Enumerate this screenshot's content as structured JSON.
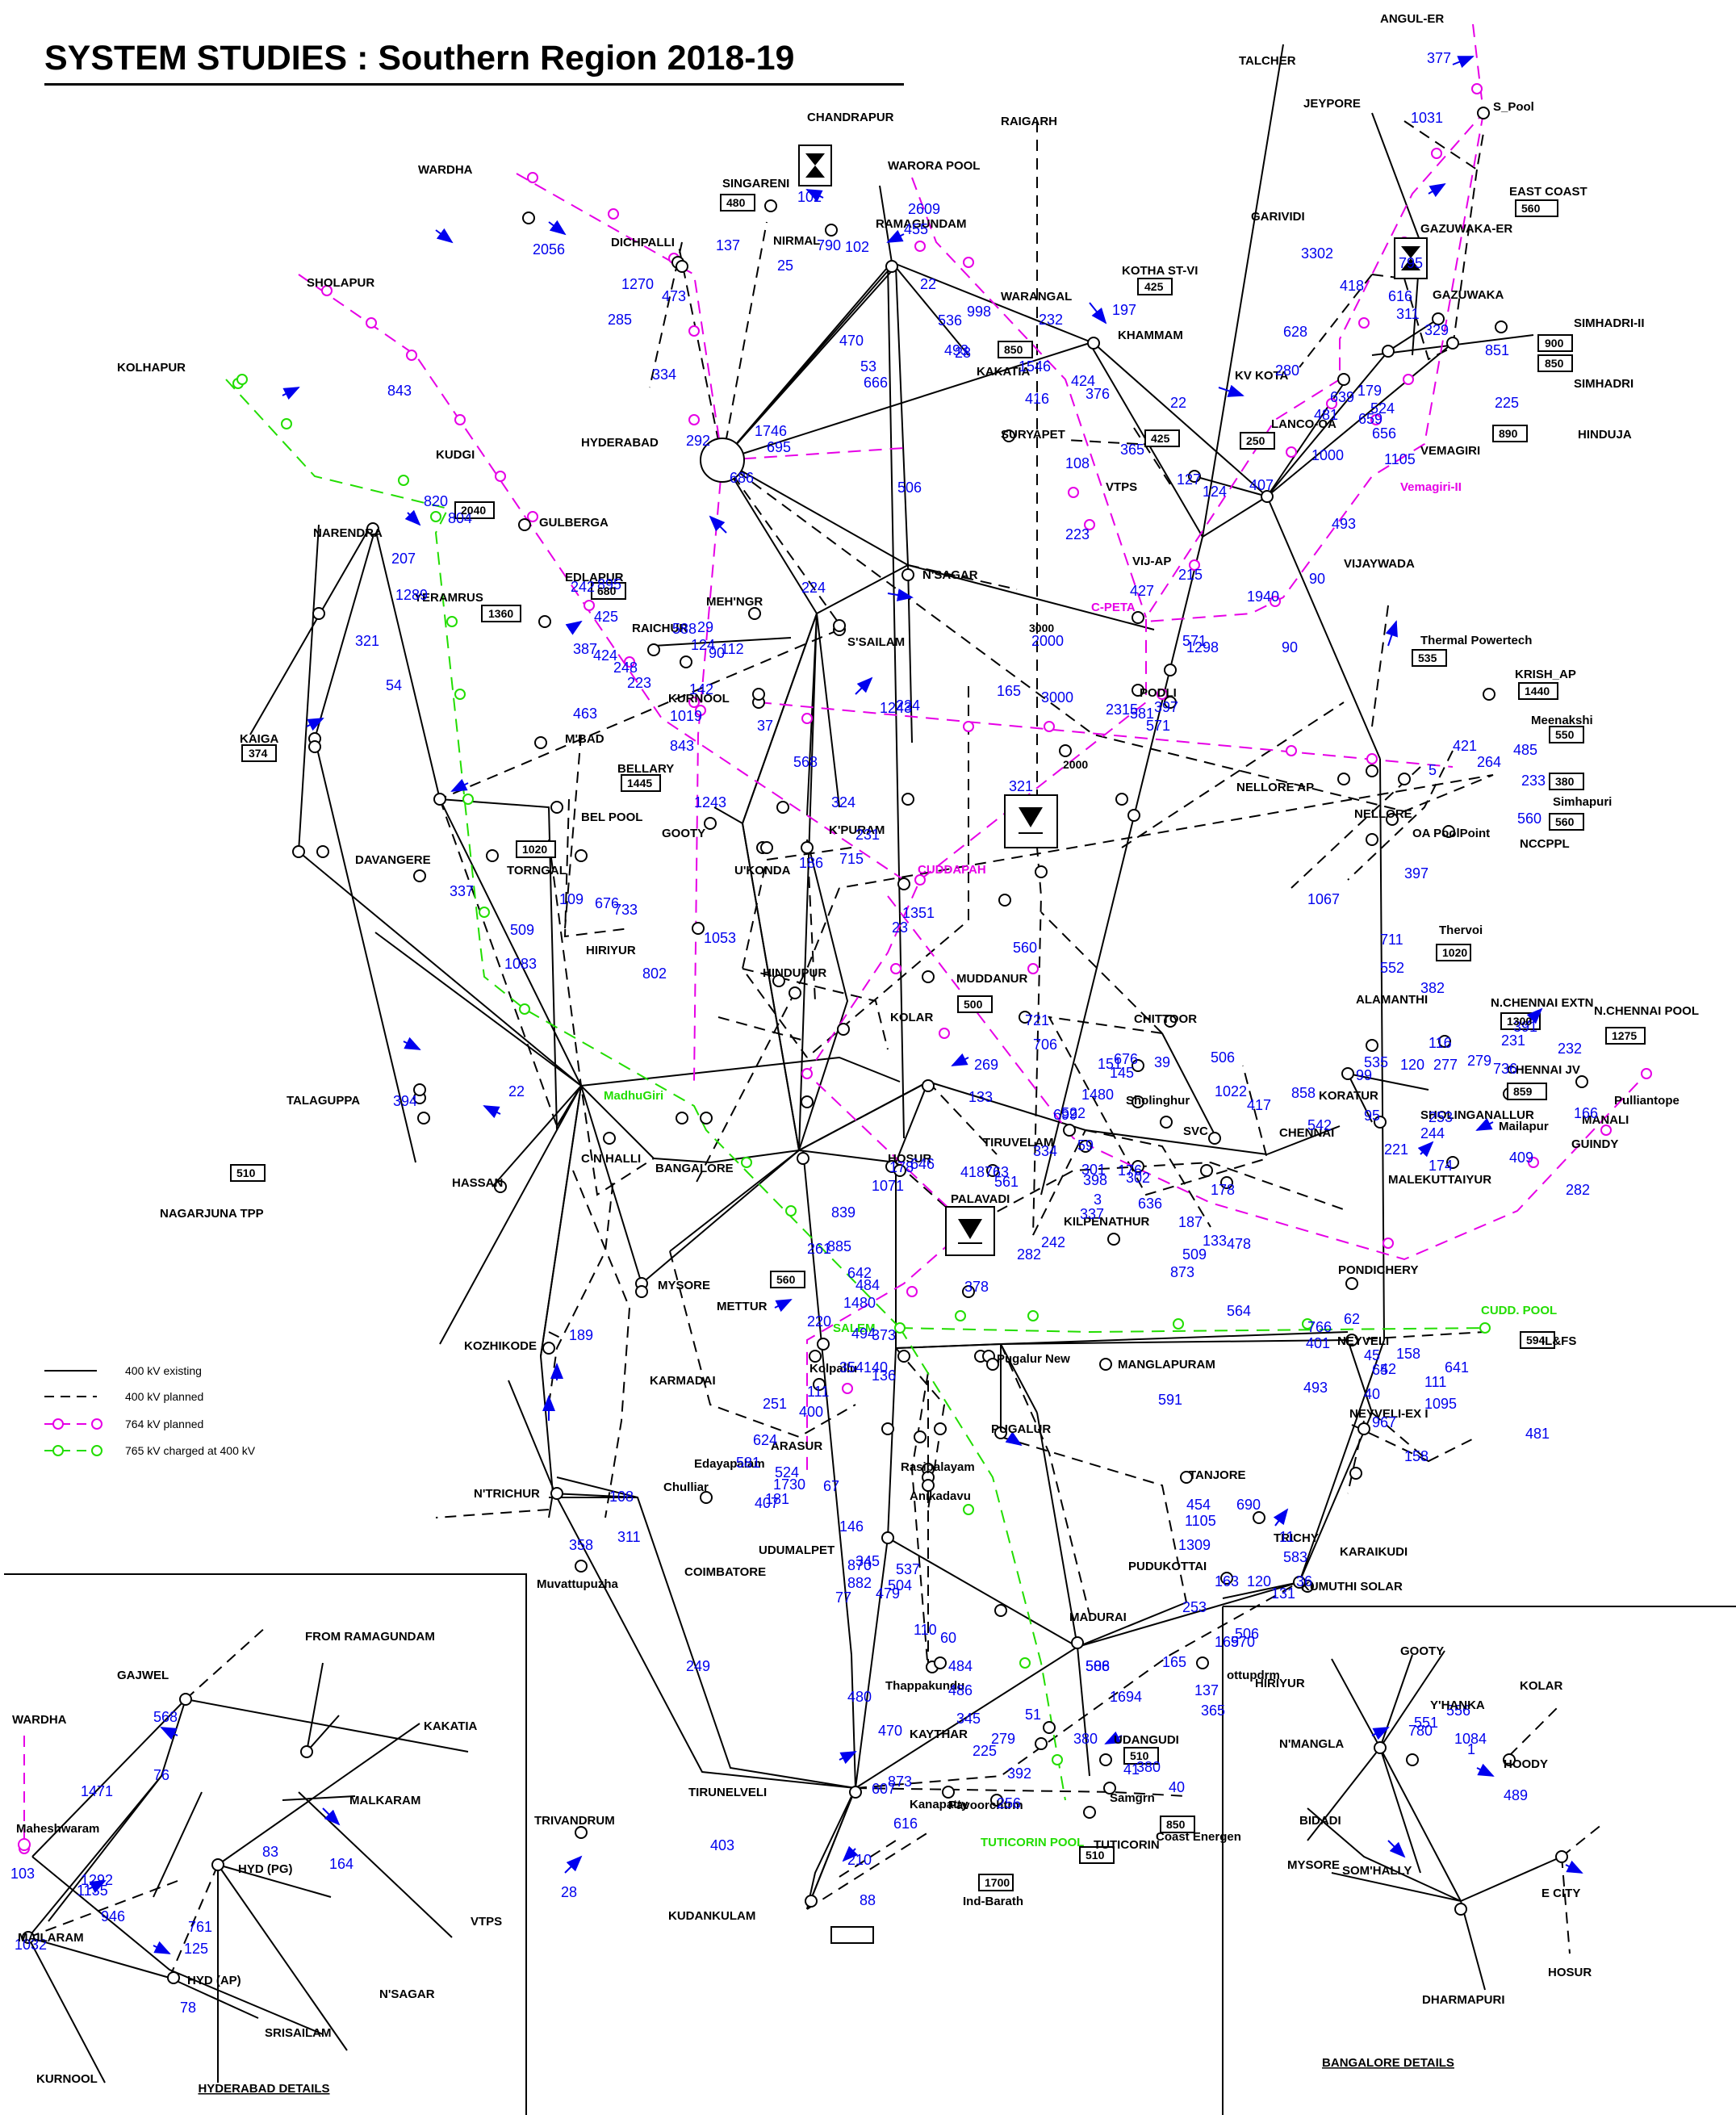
{
  "title": "SYSTEM STUDIES : Southern Region 2018-19",
  "legend": [
    {
      "label": "400 kV existing",
      "style": "solid",
      "color": "#000000"
    },
    {
      "label": "400 kV planned",
      "style": "dashed",
      "color": "#000000"
    },
    {
      "label": "764 kV planned",
      "style": "dashed-circles",
      "color": "#e600e6"
    },
    {
      "label": "765 kV charged at 400 kV",
      "style": "dashed-circles",
      "color": "#22dd00"
    }
  ],
  "colors": {
    "flow": "#0000ee",
    "kv764": "#e600e6",
    "kv765": "#22dd00",
    "line": "#000000"
  },
  "substations": [
    "ANGUL-ER",
    "S_Pool",
    "EAST COAST",
    "TALCHER",
    "JEYPORE",
    "GARIVIDI",
    "GAZUWAKA-ER",
    "GAZUWAKA",
    "SIMHADRI-II",
    "SIMHADRI",
    "HINDUJA",
    "VEMAGIRI",
    "Vemagiri-II",
    "KV KOTA",
    "LANCO-OA",
    "VIJAYWADA",
    "CHANDRAPUR",
    "RAIGARH",
    "WARORA POOL",
    "SINGARENI",
    "NIRMAL",
    "RAMAGUNDAM",
    "WARDHA",
    "DICHPALLI",
    "KOTHA ST-VI",
    "WARANGAL",
    "KHAMMAM",
    "KAKATIA",
    "SURYAPET",
    "VTPS",
    "SHOLAPUR",
    "KOLHAPUR",
    "HYDERABAD",
    "KUDGI",
    "NARENDRA",
    "GULBERGA",
    "YERAMRUS",
    "EDLAPUR",
    "MEH'NGR",
    "N'SAGAR",
    "S'SAILAM",
    "RAICHUR",
    "KURNOOL",
    "VIJ-AP",
    "C-PETA",
    "PODLI",
    "Thermal Powertech",
    "KRISH_AP",
    "Meenakshi",
    "Simhapuri",
    "NCCPPL",
    "NELLORE AP",
    "NELLORE",
    "OA PoolPoint",
    "KAIGA",
    "M'BAD",
    "BELLARY",
    "BEL POOL",
    "GOOTY",
    "K'PURAM",
    "DAVANGERE",
    "TORNGAL",
    "U'KONDA",
    "CUDDAPAH",
    "HINDUPUR",
    "HIRIYUR",
    "MUDDANUR",
    "Thervoi",
    "ALAMANTHI",
    "N.CHENNAI EXTN",
    "N.CHENNAI POOL",
    "CHITTOOR",
    "CHENNAI JV",
    "Pulliantope",
    "Mailapur",
    "MANALI",
    "GUINDY",
    "KORATUR",
    "CHENNAI",
    "SHOLINGANALLUR",
    "MALEKUTTAIYUR",
    "TALAGUPPA",
    "KOLAR",
    "Sholinghur",
    "SVC",
    "MadhuGiri",
    "C N HALLI",
    "BANGALORE",
    "HOSUR",
    "TIRUVELAM",
    "PALAVADI",
    "HASSAN",
    "NAGARJUNA TPP",
    "KILPENATHUR",
    "PONDICHERY",
    "MYSORE",
    "METTUR",
    "SALEM",
    "CUDD. POOL",
    "IL&FS",
    "NEYVELI",
    "KOZHIKODE",
    "Kolpallu",
    "Pugalur New",
    "MANGLAPURAM",
    "KARMADAI",
    "NEYVELI-EX I",
    "PUGALUR",
    "ARASUR",
    "Edayapalam",
    "Rasipalayam",
    "TANJORE",
    "N'TRICHUR",
    "Chulliar",
    "Anikadavu",
    "TRICHY",
    "COIMBATORE",
    "UDUMALPET",
    "PUDUKOTTAI",
    "KARAIKUDI",
    "KUMUTHI SOLAR",
    "Muvattupuzha",
    "MADURAI",
    "Thappakundu",
    "ottupdrm",
    "TIRUNELVELI",
    "TRIVANDRUM",
    "KAYTHAR",
    "UDANGUDI",
    "Samgrn",
    "Kanapatty",
    "Pavoorchtrm",
    "TUTICORIN POOL",
    "Coast Energen",
    "TUTICORIN",
    "Ind-Barath",
    "KUDANKULAM"
  ],
  "capacity_boxes": [
    "560",
    "480",
    "425",
    "850",
    "900",
    "850",
    "890",
    "425",
    "250",
    "2040",
    "680",
    "1360",
    "1445",
    "1440",
    "550",
    "380",
    "560",
    "374",
    "1020",
    "535",
    "500",
    "1020",
    "1300",
    "1275",
    "859",
    "510",
    "560",
    "594",
    "510",
    "850",
    "510",
    "1700"
  ],
  "flows": [
    "377",
    "1031",
    "795",
    "418",
    "311",
    "3302",
    "616",
    "329",
    "851",
    "225",
    "628",
    "280",
    "639",
    "179",
    "524",
    "656",
    "659",
    "481",
    "1000",
    "1105",
    "493",
    "427",
    "1940",
    "90",
    "90",
    "102",
    "790",
    "2609",
    "102",
    "137",
    "25",
    "455",
    "22",
    "998",
    "232",
    "197",
    "424",
    "493",
    "1546",
    "376",
    "22",
    "365",
    "407",
    "127",
    "506",
    "536",
    "28",
    "53",
    "666",
    "695",
    "686",
    "334",
    "285",
    "473",
    "108",
    "223",
    "215",
    "571",
    "571",
    "581",
    "397",
    "1298",
    "2315",
    "292",
    "2056",
    "1270",
    "470",
    "1746",
    "843",
    "416",
    "124",
    "820",
    "804",
    "207",
    "1289",
    "242",
    "895",
    "248",
    "425",
    "142",
    "90",
    "124",
    "588",
    "223",
    "1019",
    "29",
    "224",
    "224",
    "1243",
    "3000",
    "2000",
    "321",
    "54",
    "387",
    "424",
    "463",
    "112",
    "165",
    "37",
    "568",
    "843",
    "1243",
    "324",
    "231",
    "715",
    "186",
    "1351",
    "337",
    "109",
    "676",
    "733",
    "509",
    "1083",
    "802",
    "1053",
    "23",
    "321",
    "5",
    "421",
    "264",
    "485",
    "233",
    "560",
    "397",
    "1067",
    "711",
    "552",
    "382",
    "560",
    "721",
    "706",
    "676",
    "151",
    "145",
    "39",
    "506",
    "1022",
    "417",
    "858",
    "542",
    "99",
    "535",
    "120",
    "116",
    "277",
    "279",
    "736",
    "231",
    "391",
    "232",
    "166",
    "95",
    "221",
    "253",
    "244",
    "174",
    "409",
    "282",
    "1480",
    "522",
    "59",
    "301",
    "3",
    "187",
    "509",
    "178",
    "478",
    "394",
    "22",
    "242",
    "133",
    "133",
    "269",
    "334",
    "699",
    "398",
    "302",
    "176",
    "636",
    "337",
    "282",
    "561",
    "763",
    "418",
    "646",
    "178",
    "1071",
    "839",
    "885",
    "1480",
    "378",
    "873",
    "564",
    "591",
    "493",
    "401",
    "766",
    "62",
    "45",
    "42",
    "65",
    "40",
    "111",
    "158",
    "641",
    "481",
    "1095",
    "967",
    "158",
    "220",
    "484",
    "261",
    "642",
    "354",
    "494",
    "373",
    "400",
    "136",
    "140",
    "111",
    "251",
    "624",
    "524",
    "181",
    "1730",
    "581",
    "407",
    "67",
    "146",
    "345",
    "870",
    "504",
    "882",
    "537",
    "479",
    "77",
    "110",
    "60",
    "484",
    "486",
    "454",
    "1105",
    "690",
    "11",
    "583",
    "36",
    "131",
    "120",
    "1309",
    "253",
    "163",
    "165",
    "365",
    "169",
    "506",
    "570",
    "137",
    "108",
    "311",
    "358",
    "249",
    "480",
    "470",
    "51",
    "392",
    "256",
    "586",
    "1694",
    "380",
    "380",
    "40",
    "41",
    "607",
    "210",
    "88",
    "403",
    "28",
    "873",
    "616",
    "345",
    "225",
    "508",
    "279",
    "189",
    "568",
    "76",
    "1471",
    "103",
    "1292",
    "1135",
    "946",
    "83",
    "761",
    "125",
    "78",
    "1032",
    "164",
    "780",
    "551",
    "556",
    "1084",
    "1",
    "489"
  ],
  "kv_labels": [
    "3000",
    "2000"
  ],
  "hyderabad_details": {
    "title": "HYDERABAD DETAILS",
    "nodes": [
      "GAJWEL",
      "FROM RAMAGUNDAM",
      "KAKATIA",
      "WARDHA",
      "Maheshwaram",
      "MALKARAM",
      "HYD (PG)",
      "VTPS",
      "MAILARAM",
      "HYD (AP)",
      "N'SAGAR",
      "SRISAILAM",
      "KURNOOL"
    ]
  },
  "bangalore_details": {
    "title": "BANGALORE DETAILS",
    "nodes": [
      "GOOTY",
      "HIRIYUR",
      "Y'HANKA",
      "KOLAR",
      "N'MANGLA",
      "HOODY",
      "BIDADI",
      "MYSORE",
      "SOM'HALLY",
      "E CITY",
      "HOSUR",
      "DHARMAPURI"
    ]
  }
}
